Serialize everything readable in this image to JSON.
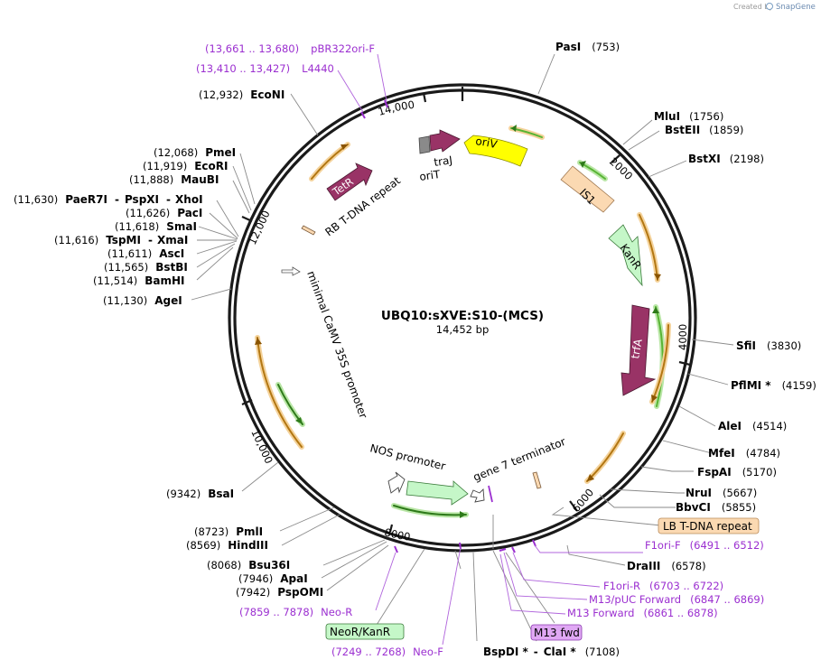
{
  "brand": {
    "prefix": "Created by",
    "name": "SnapGene"
  },
  "plasmid": {
    "name": "UBQ10:sXVE:S10-(MCS)",
    "size": "14,452 bp"
  },
  "ruler_ticks": [
    "14,000",
    "2000",
    "4000",
    "6000",
    "8000",
    "10,000",
    "12,000"
  ],
  "features": {
    "oriV": "oriV",
    "IS1": "IS1",
    "KanR": "KanR",
    "trfA": "trfA",
    "TetR": "TetR",
    "traJ": "traJ",
    "oriT": "oriT",
    "rb_tdna": "RB T-DNA repeat",
    "camv": "minimal CaMV 35S promoter",
    "nos": "NOS promoter",
    "g7t": "gene 7 terminator"
  },
  "sites": {
    "pasI": {
      "name": "PasI",
      "pos": "(753)"
    },
    "mluI": {
      "name": "MluI",
      "pos": "(1756)"
    },
    "bstEII": {
      "name": "BstEII",
      "pos": "(1859)"
    },
    "bstXI": {
      "name": "BstXI",
      "pos": "(2198)"
    },
    "sfiI": {
      "name": "SfiI",
      "pos": "(3830)"
    },
    "pflMI": {
      "name": "PflMI *",
      "pos": "(4159)"
    },
    "aleI": {
      "name": "AleI",
      "pos": "(4514)"
    },
    "mfeI": {
      "name": "MfeI",
      "pos": "(4784)"
    },
    "fspAI": {
      "name": "FspAI",
      "pos": "(5170)"
    },
    "nruI": {
      "name": "NruI",
      "pos": "(5667)"
    },
    "bbvCI": {
      "name": "BbvCI",
      "pos": "(5855)"
    },
    "draIII": {
      "name": "DraIII",
      "pos": "(6578)"
    },
    "bspDI": {
      "name": "BspDI *",
      "sep": "-",
      "name2": "ClaI *",
      "pos": "(7108)"
    },
    "pspOMI": {
      "name": "PspOMI",
      "pos": "(7942)"
    },
    "apaI": {
      "name": "ApaI",
      "pos": "(7946)"
    },
    "bsu36I": {
      "name": "Bsu36I",
      "pos": "(8068)"
    },
    "hindIII": {
      "name": "HindIII",
      "pos": "(8569)"
    },
    "pmlI": {
      "name": "PmlI",
      "pos": "(8723)"
    },
    "bsaI": {
      "name": "BsaI",
      "pos": "(9342)"
    },
    "ageI": {
      "name": "AgeI",
      "pos": "(11,130)"
    },
    "bamHI": {
      "name": "BamHI",
      "pos": "(11,514)"
    },
    "bstBI": {
      "name": "BstBI",
      "pos": "(11,565)"
    },
    "ascI": {
      "name": "AscI",
      "pos": "(11,611)"
    },
    "tspMI": {
      "name": "TspMI",
      "sep": "-",
      "name2": "XmaI",
      "pos": "(11,616)"
    },
    "smaI": {
      "name": "SmaI",
      "pos": "(11,618)"
    },
    "pacI": {
      "name": "PacI",
      "pos": "(11,626)"
    },
    "paeR7I": {
      "name": "PaeR7I",
      "sep1": "-",
      "name2": "PspXI",
      "sep2": "-",
      "name3": "XhoI",
      "pos": "(11,630)"
    },
    "mauBI": {
      "name": "MauBI",
      "pos": "(11,888)"
    },
    "ecoRI": {
      "name": "EcoRI",
      "pos": "(11,919)"
    },
    "pmeI": {
      "name": "PmeI",
      "pos": "(12,068)"
    },
    "ecoNI": {
      "name": "EcoNI",
      "pos": "(12,932)"
    }
  },
  "primers": {
    "pbr": {
      "range": "(13,661 .. 13,680)",
      "name": "pBR322ori-F"
    },
    "l4440": {
      "range": "(13,410 .. 13,427)",
      "name": "L4440"
    },
    "f1orif": {
      "name": "F1ori-F",
      "range": "(6491 .. 6512)"
    },
    "f1orir": {
      "name": "F1ori-R",
      "range": "(6703 .. 6722)"
    },
    "m13puc": {
      "name": "M13/pUC Forward",
      "range": "(6847 .. 6869)"
    },
    "m13f": {
      "name": "M13 Forward",
      "range": "(6861 .. 6878)"
    },
    "neor": {
      "range": "(7859 .. 7878)",
      "name": "Neo-R"
    },
    "neof": {
      "range": "(7249 .. 7268)",
      "name": "Neo-F"
    }
  },
  "boxes": {
    "lb": "LB T-DNA repeat",
    "neokan": "NeoR/KanR",
    "m13fwd": "M13 fwd"
  },
  "colors": {
    "backbone": "#1a1a1a",
    "oriV": "#ffff00",
    "IS1": "#fbd9b2",
    "KanR": "#c5f7c8",
    "trfA": "#993366",
    "TetR": "#993366",
    "traJ": "#993366",
    "oriT": "#8a8a8a",
    "orf_orange": "#e8a13a",
    "orf_green": "#58b434",
    "primer": "#9b2fd0"
  }
}
